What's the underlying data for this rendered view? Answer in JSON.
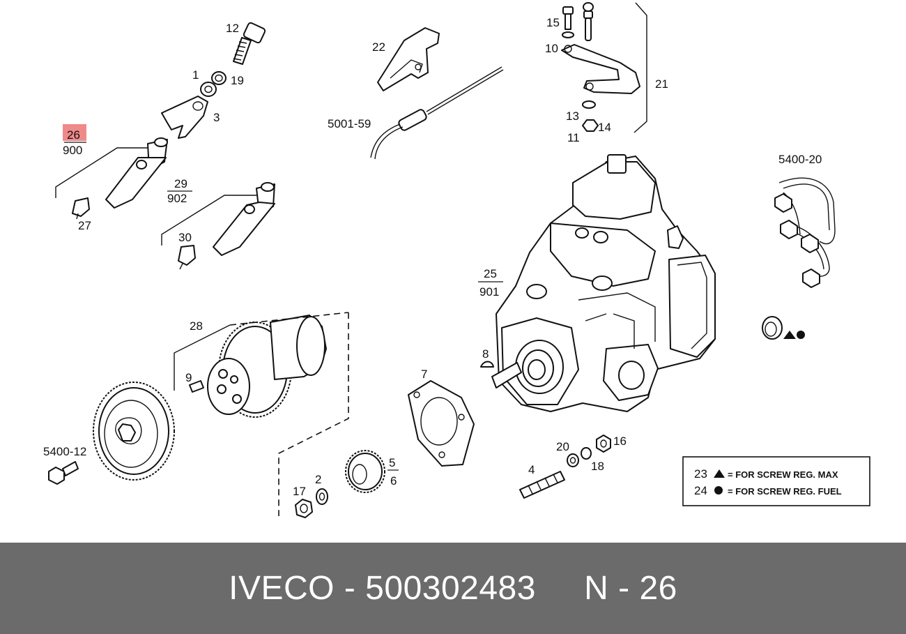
{
  "diagram": {
    "highlight_color": "#f08a8a",
    "labels": {
      "p12": "12",
      "p1": "1",
      "p19": "19",
      "p3": "3",
      "p26": "26",
      "p900": "900",
      "p27": "27",
      "p29": "29",
      "p902": "902",
      "p30": "30",
      "p22": "22",
      "p5001_59": "5001-59",
      "p15": "15",
      "p10": "10",
      "p21": "21",
      "p13": "13",
      "p14": "14",
      "p11": "11",
      "p5400_20": "5400-20",
      "p25": "25",
      "p901": "901",
      "p28": "28",
      "p9": "9",
      "p5400_12": "5400-12",
      "p8": "8",
      "p7": "7",
      "p5": "5",
      "p6": "6",
      "p17": "17",
      "p2": "2",
      "p4": "4",
      "p20": "20",
      "p16": "16",
      "p18": "18"
    },
    "legend": {
      "row1_num": "23",
      "row1_text": "= FOR SCREW REG. MAX",
      "row2_num": "24",
      "row2_text": "= FOR SCREW REG. FUEL"
    }
  },
  "footer": {
    "brand": "IVECO",
    "separator": " - ",
    "part_number": "500302483",
    "ref_prefix": "N - ",
    "ref_number": "26",
    "background": "#6b6b6b"
  }
}
